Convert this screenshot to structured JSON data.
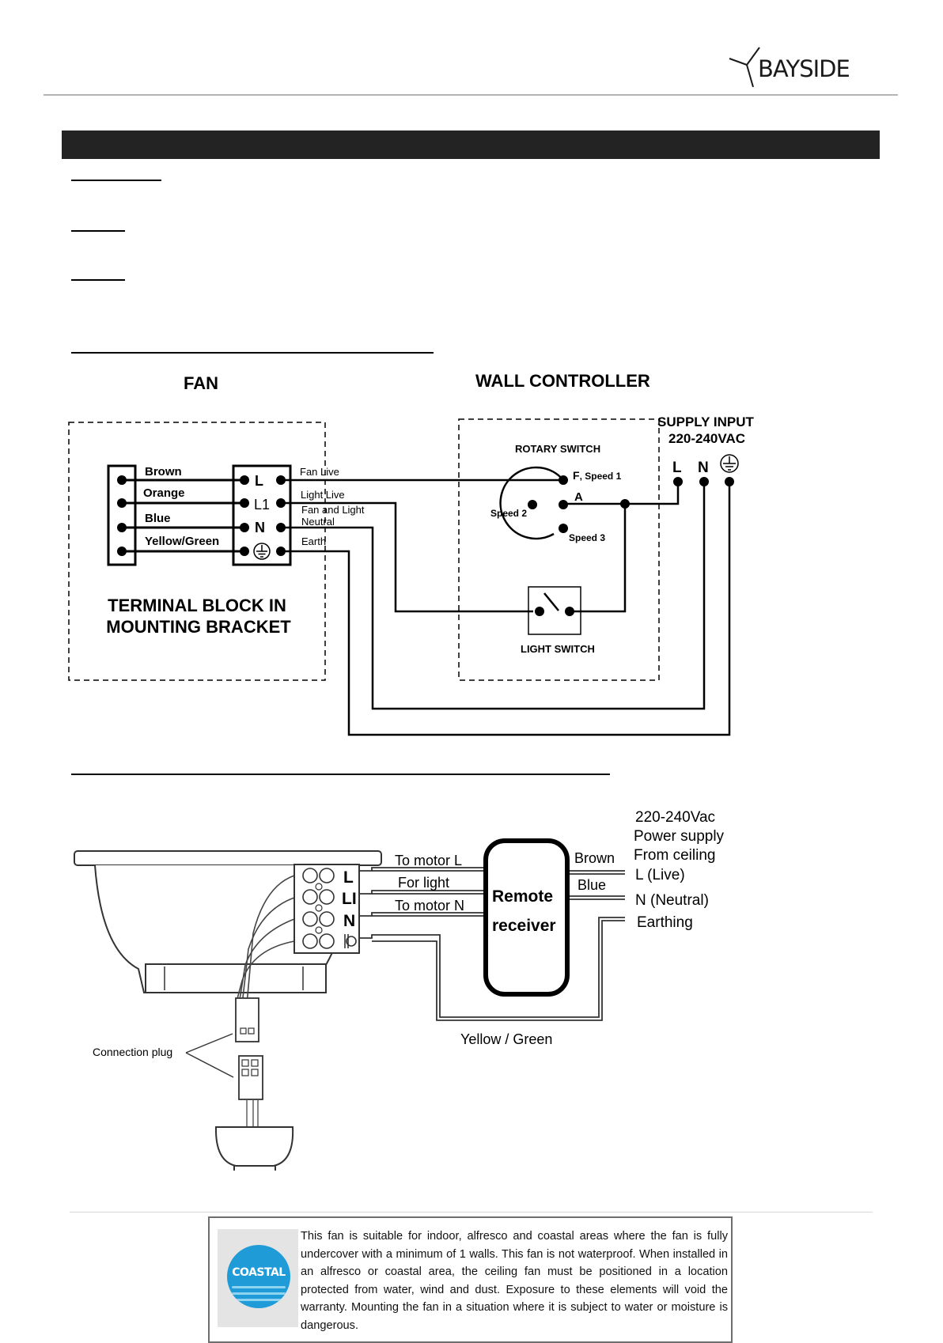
{
  "header": {
    "brand": "BAYSIDE"
  },
  "diagram1": {
    "fan_title": "FAN",
    "controller_title": "WALL CONTROLLER",
    "supply_input": "SUPPLY INPUT",
    "supply_voltage": "220-240VAC",
    "supply_L": "L",
    "supply_N": "N",
    "rotary_switch": "ROTARY SWITCH",
    "light_switch": "LIGHT SWITCH",
    "wire_colors": [
      "Brown",
      "Orange",
      "Blue",
      "Yellow/Green"
    ],
    "terminals": [
      "L",
      "L1",
      "N"
    ],
    "line_labels": [
      "Fan Live",
      "Light Live",
      "Fan and Light",
      "Neutral",
      "Earth"
    ],
    "rotary_F": "F",
    "rotary_speed1": ", Speed 1",
    "rotary_A": "A",
    "rotary_speed2": "Speed 2",
    "rotary_speed3": "Speed 3",
    "terminal_block_line1": "TERMINAL BLOCK IN",
    "terminal_block_line2": "MOUNTING BRACKET"
  },
  "diagram2": {
    "terminals": [
      "L",
      "LI",
      "N"
    ],
    "to_motor_l": "To motor L",
    "for_light": "For light",
    "to_motor_n": "To motor N",
    "receiver_line1": "Remote",
    "receiver_line2": "receiver",
    "brown": "Brown",
    "blue": "Blue",
    "power_line1": "220-240Vac",
    "power_line2": "Power supply",
    "power_line3": "From ceiling",
    "live": "L (Live)",
    "neutral": "N (Neutral)",
    "earthing": "Earthing",
    "yellow_green": "Yellow / Green",
    "connection_plug": "Connection plug"
  },
  "footer": {
    "badge": "COASTAL",
    "notice": "This fan is suitable for indoor, alfresco and coastal areas where the fan is fully undercover with a minimum of 1 walls. This fan is not waterproof. When installed in an alfresco or coastal area, the ceiling fan must be positioned in a location protected from water, wind and dust. Exposure to these elements will void the warranty. Mounting the fan in a situation where it is subject to water or moisture is dangerous."
  }
}
